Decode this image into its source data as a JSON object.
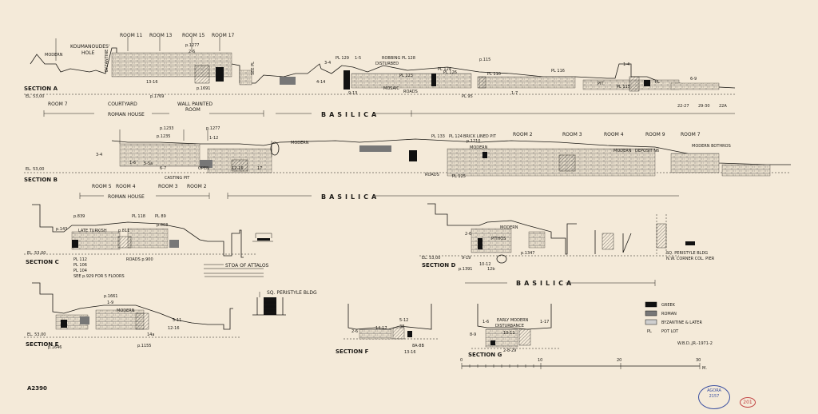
{
  "sheet_id": "A2390",
  "credit": "W.B.D.,JR.-1971-2",
  "stamp": {
    "line1": "AGORA",
    "line2": "2157"
  },
  "tag": "201",
  "sections": {
    "a": {
      "title": "SECTION A",
      "elev": "EL. 53,00"
    },
    "b": {
      "title": "SECTION B",
      "elev": "EL. 53,00"
    },
    "c": {
      "title": "SECTION C",
      "elev": "EL. 53,00"
    },
    "d": {
      "title": "SECTION D",
      "elev": "EL. 53,00"
    },
    "e": {
      "title": "SECTION E",
      "elev": "EL. 53,00"
    },
    "f": {
      "title": "SECTION F"
    },
    "g": {
      "title": "SECTION G"
    }
  },
  "labels": {
    "a_top": [
      "ROOM 11",
      "ROOM 13",
      "ROOM 15",
      "ROOM 17"
    ],
    "koumanoudes": "KOUMANOUDES'",
    "hole": "HOLE",
    "modern": "MODERN",
    "byzantine": "BYZANTINE",
    "see_pl": "SEE PL",
    "robbing": "ROBBING PL 128",
    "disturbed": "DISTURBED",
    "mosaic": "MOSAIC",
    "roads": "ROADS",
    "pit": "PIT",
    "pl": "PL",
    "a_bottom": [
      "ROOM 7",
      "COURTYARD",
      "ROMAN HOUSE",
      "WALL PAINTED",
      "ROOM"
    ],
    "basilica": "BASILICA",
    "b_bricks": "BRICK LINED PIT",
    "b_rooms": [
      "ROOM 2",
      "ROOM 3",
      "ROOM 4",
      "ROOM 9",
      "ROOM 7"
    ],
    "deposit": "DEPOSIT N6",
    "modern_bothros": "MODERN BOTHROS",
    "open": "OPEN",
    "casting_pit": "CASTING PIT",
    "b_bottom": [
      "ROOM 5",
      "ROOM 4",
      "ROOM 3",
      "ROOM 2"
    ],
    "roman_house": "ROMAN HOUSE",
    "late_turkish": "LATE TURKISH",
    "see_p929": "SEE p.929 FOR 5 FLOORS",
    "stoa": "STOA OF ATTALOS",
    "sq_peristyle": "SQ. PERISTYLE BLDG",
    "sq_peristyle_nw": "SQ. PERISTYLE BLDG",
    "nw_corner": "N.W. CORNER COL. PIER",
    "pithos": "PITHOS",
    "early_modern": "EARLY MODERN",
    "disturbance": "DISTURBANCE"
  },
  "notes": {
    "a": [
      "p.1277",
      "p.1691",
      "p.1769",
      "PL 129",
      "PL 123",
      "PL 126",
      "PL 124",
      "PL 110",
      "PL 116",
      "PL 95",
      "PL 115",
      "p.115",
      "1-4",
      "2-6",
      "3-4",
      "4-14",
      "9-13",
      "13-16",
      "1-5",
      "1-7",
      "6-9",
      "22-27",
      "29-30",
      "22A"
    ],
    "b": [
      "p.1233",
      "p.1235",
      "p.1277",
      "1-12",
      "PL 133",
      "PL 124",
      "p.1210",
      "1-6",
      "3-4",
      "5-5a",
      "6-7",
      "12-16",
      "17",
      "ROADS",
      "PL 125"
    ],
    "c": [
      "p.839",
      "p.143",
      "PL 118",
      "PL 89",
      "p.803",
      "PL 112",
      "PL 106",
      "PL 104",
      "ROADS p.900",
      "p.811"
    ],
    "d": [
      "p.1347",
      "p.1391",
      "9-19",
      "10-12",
      "12b",
      "2-6"
    ],
    "e": [
      "p.1661",
      "1-9",
      "5-11",
      "12-16",
      "14a",
      "p.1646",
      "p.1155"
    ],
    "f": [
      "2-6",
      "14-17",
      "5-12",
      "38",
      "8A-8B",
      "13-16"
    ],
    "g": [
      "1-6",
      "8-9",
      "2-8-29",
      "10-11",
      "1-17"
    ]
  },
  "legend": [
    {
      "label": "GREEK",
      "color": "#111111"
    },
    {
      "label": "ROMAN",
      "color": "#777777"
    },
    {
      "label": "BYZANTINE & LATER",
      "color": "#cfcfcf"
    },
    {
      "key": "PL",
      "label": "POT LOT"
    }
  ],
  "scale": {
    "ticks": [
      "0",
      "10",
      "20",
      "30"
    ],
    "unit": "M."
  }
}
